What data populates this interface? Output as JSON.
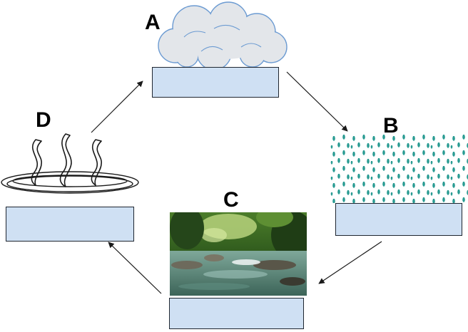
{
  "diagram": {
    "stages": [
      {
        "letter": "A",
        "depicts": "cloud-icon"
      },
      {
        "letter": "B",
        "depicts": "rain-drops-icon"
      },
      {
        "letter": "C",
        "depicts": "river-photo"
      },
      {
        "letter": "D",
        "depicts": "steam-evaporation-icon"
      }
    ],
    "colors": {
      "label_box_fill": "#cfe0f3",
      "label_box_border": "#1f2630",
      "cloud_fill": "#e3e6ea",
      "cloud_stroke": "#6c9bd2",
      "raindrop": "#2a9c93",
      "arrow": "#1a1a1a"
    }
  }
}
